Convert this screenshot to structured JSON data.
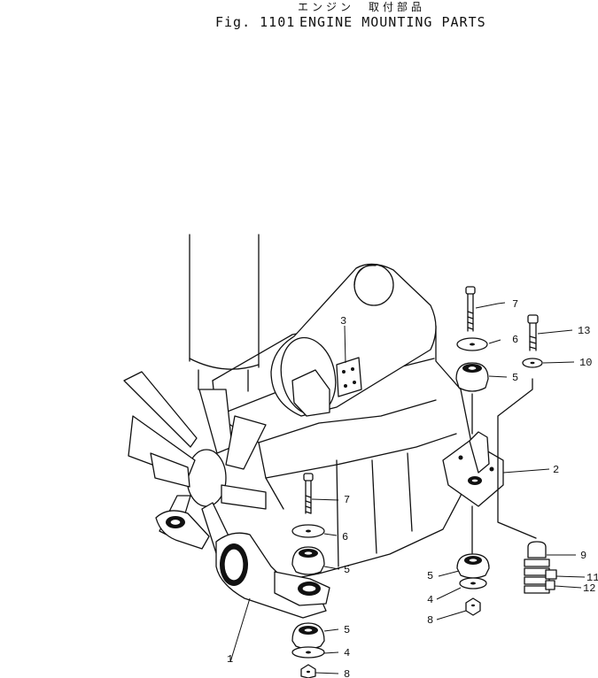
{
  "header": {
    "title_jp": "エンジン　取付部品",
    "fig_label": "Fig. 1101",
    "title_en": "ENGINE MOUNTING PARTS"
  },
  "callouts": [
    "7",
    "6",
    "5",
    "13",
    "10",
    "2",
    "9",
    "11",
    "12",
    "5",
    "4",
    "8",
    "3",
    "7",
    "6",
    "5",
    "1",
    "5",
    "4",
    "8"
  ]
}
